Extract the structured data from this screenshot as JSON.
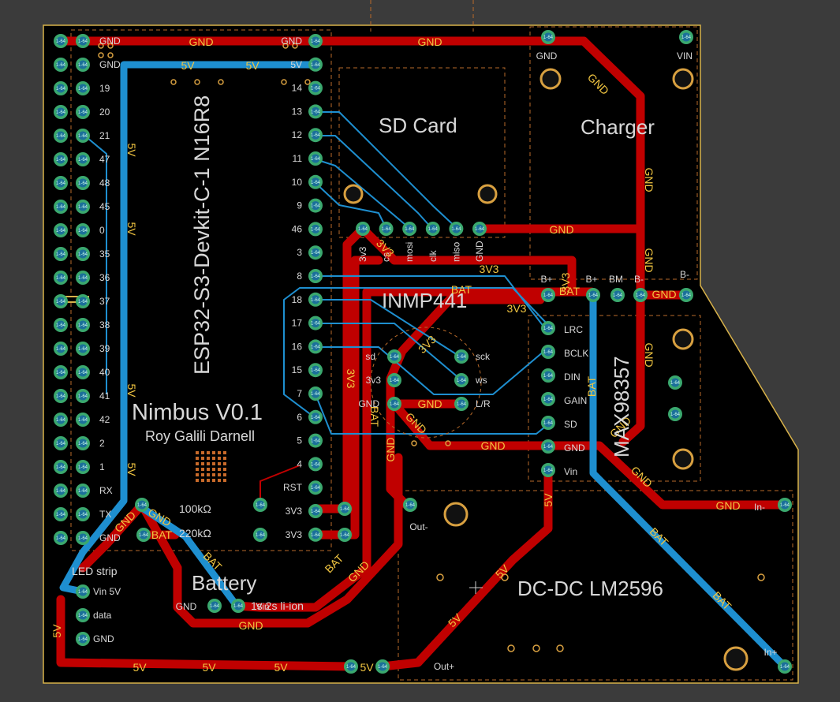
{
  "colors": {
    "board": "#000000",
    "outline": "#d8b24a",
    "top_copper": "#c00000",
    "bottom_copper": "#1e8fd0",
    "pad_ring": "#3aa86e",
    "silk": "#d8d8d8",
    "net_label": "#f2c641"
  },
  "titles": {
    "esp32": "ESP32-S3-Devkit-C-1 N16R8",
    "sd_card": "SD Card",
    "charger": "Charger",
    "inmp441": "INMP441",
    "max98357": "MAX98357",
    "dcdc": "DC-DC LM2596",
    "battery": "Battery",
    "battery_spec": "1s 2s li-ion",
    "project": "Nimbus V0.1",
    "author": "Roy Galili Darnell",
    "r1": "100kΩ",
    "r2": "220kΩ",
    "led_strip": "LED strip"
  },
  "esp_left_pins": [
    "GND",
    "GND",
    "19",
    "20",
    "21",
    "47",
    "48",
    "45",
    "0",
    "35",
    "36",
    "37",
    "38",
    "39",
    "40",
    "41",
    "42",
    "2",
    "1",
    "RX",
    "TX",
    "GND"
  ],
  "esp_right_pins": [
    "GND",
    "5V",
    "14",
    "13",
    "12",
    "11",
    "10",
    "9",
    "46",
    "3",
    "8",
    "18",
    "17",
    "16",
    "15",
    "7",
    "6",
    "5",
    "4",
    "RST",
    "3V3",
    "3V3"
  ],
  "sd_pins": [
    "3v3",
    "cs",
    "mosi",
    "clk",
    "miso",
    "GND"
  ],
  "charger_pins": {
    "gnd": "GND",
    "vin": "VIN",
    "bplus1": "B+",
    "bplus2": "B+",
    "bm": "BM",
    "bminus1": "B-",
    "bminus2": "B-"
  },
  "mic_pins": {
    "sd": "sd",
    "v33": "3v3",
    "gnd": "GND",
    "sck": "sck",
    "ws": "ws",
    "lr": "L/R"
  },
  "amp_pins": [
    "LRC",
    "BCLK",
    "DIN",
    "GAIN",
    "SD",
    "GND",
    "Vin"
  ],
  "led_pins": [
    "Vin 5V",
    "data",
    "GND"
  ],
  "battery_pins": [
    "GND",
    "Vin"
  ],
  "dcdc_pins": {
    "out_minus": "Out-",
    "out_plus": "Out+",
    "in_minus": "In-",
    "in_plus": "In+"
  },
  "pad_code": "1-64",
  "nets": {
    "gnd": "GND",
    "v5": "5V",
    "v33": "3V3",
    "bat": "BAT"
  }
}
